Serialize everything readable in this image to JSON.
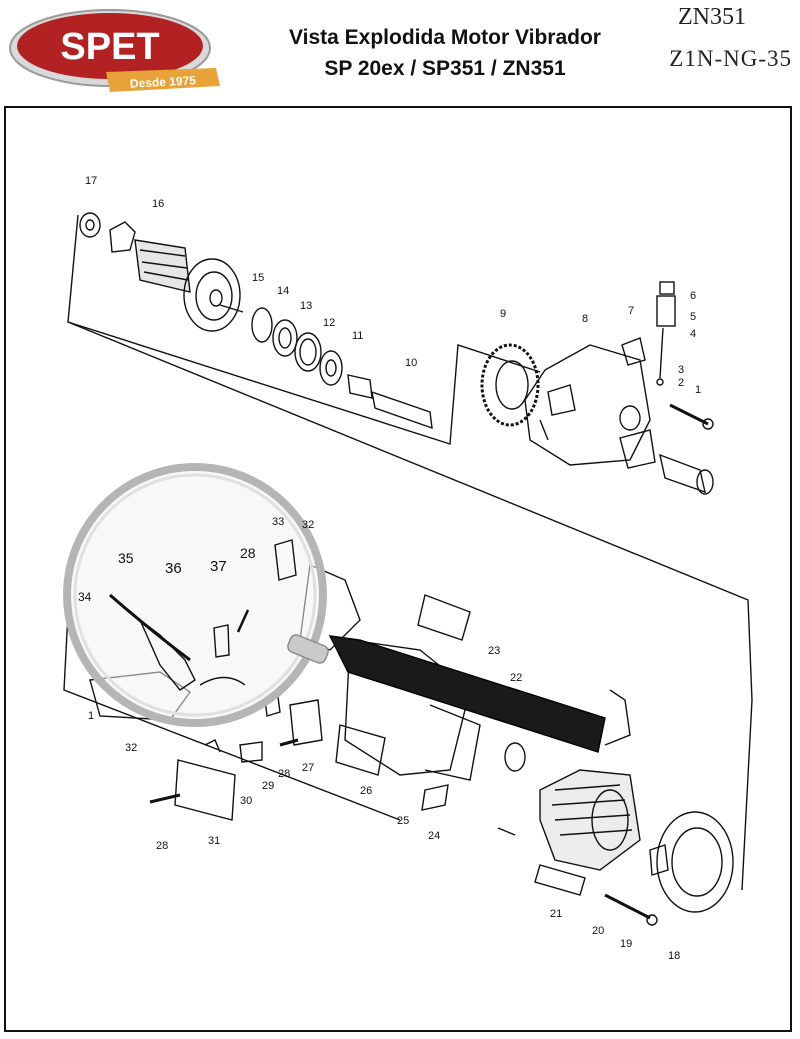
{
  "logo": {
    "brand": "SPET",
    "tagline": "Desde 1975"
  },
  "title": {
    "line1": "Vista Explodida Motor Vibrador",
    "line2": "SP 20ex / SP351 / ZN351"
  },
  "model_codes": [
    "ZN351",
    "Z1N-NG-35"
  ],
  "colors": {
    "logo_red": "#b22222",
    "logo_ribbon": "#e8a23a",
    "line": "#111111"
  },
  "part_labels": [
    {
      "id": "p17",
      "text": "17"
    },
    {
      "id": "p16",
      "text": "16"
    },
    {
      "id": "p15",
      "text": "15"
    },
    {
      "id": "p14",
      "text": "14"
    },
    {
      "id": "p13",
      "text": "13"
    },
    {
      "id": "p12",
      "text": "12"
    },
    {
      "id": "p11",
      "text": "11"
    },
    {
      "id": "p10",
      "text": "10"
    },
    {
      "id": "p9",
      "text": "9"
    },
    {
      "id": "p8",
      "text": "8"
    },
    {
      "id": "p7",
      "text": "7"
    },
    {
      "id": "p6",
      "text": "6"
    },
    {
      "id": "p5",
      "text": "5"
    },
    {
      "id": "p4",
      "text": "4"
    },
    {
      "id": "p3",
      "text": "3"
    },
    {
      "id": "p2",
      "text": "2"
    },
    {
      "id": "p1a",
      "text": "1"
    },
    {
      "id": "p33",
      "text": "33"
    },
    {
      "id": "p32a",
      "text": "32"
    },
    {
      "id": "p35",
      "text": "35"
    },
    {
      "id": "p36",
      "text": "36"
    },
    {
      "id": "p37",
      "text": "37"
    },
    {
      "id": "p28a",
      "text": "28"
    },
    {
      "id": "p34",
      "text": "34"
    },
    {
      "id": "p1b",
      "text": "1"
    },
    {
      "id": "p32b",
      "text": "32"
    },
    {
      "id": "p23",
      "text": "23"
    },
    {
      "id": "p22",
      "text": "22"
    },
    {
      "id": "p29",
      "text": "29"
    },
    {
      "id": "p28b",
      "text": "28"
    },
    {
      "id": "p27",
      "text": "27"
    },
    {
      "id": "p30",
      "text": "30"
    },
    {
      "id": "p26",
      "text": "26"
    },
    {
      "id": "p25",
      "text": "25"
    },
    {
      "id": "p24",
      "text": "24"
    },
    {
      "id": "p28c",
      "text": "28"
    },
    {
      "id": "p31",
      "text": "31"
    },
    {
      "id": "p21",
      "text": "21"
    },
    {
      "id": "p20",
      "text": "20"
    },
    {
      "id": "p19",
      "text": "19"
    },
    {
      "id": "p18",
      "text": "18"
    }
  ]
}
